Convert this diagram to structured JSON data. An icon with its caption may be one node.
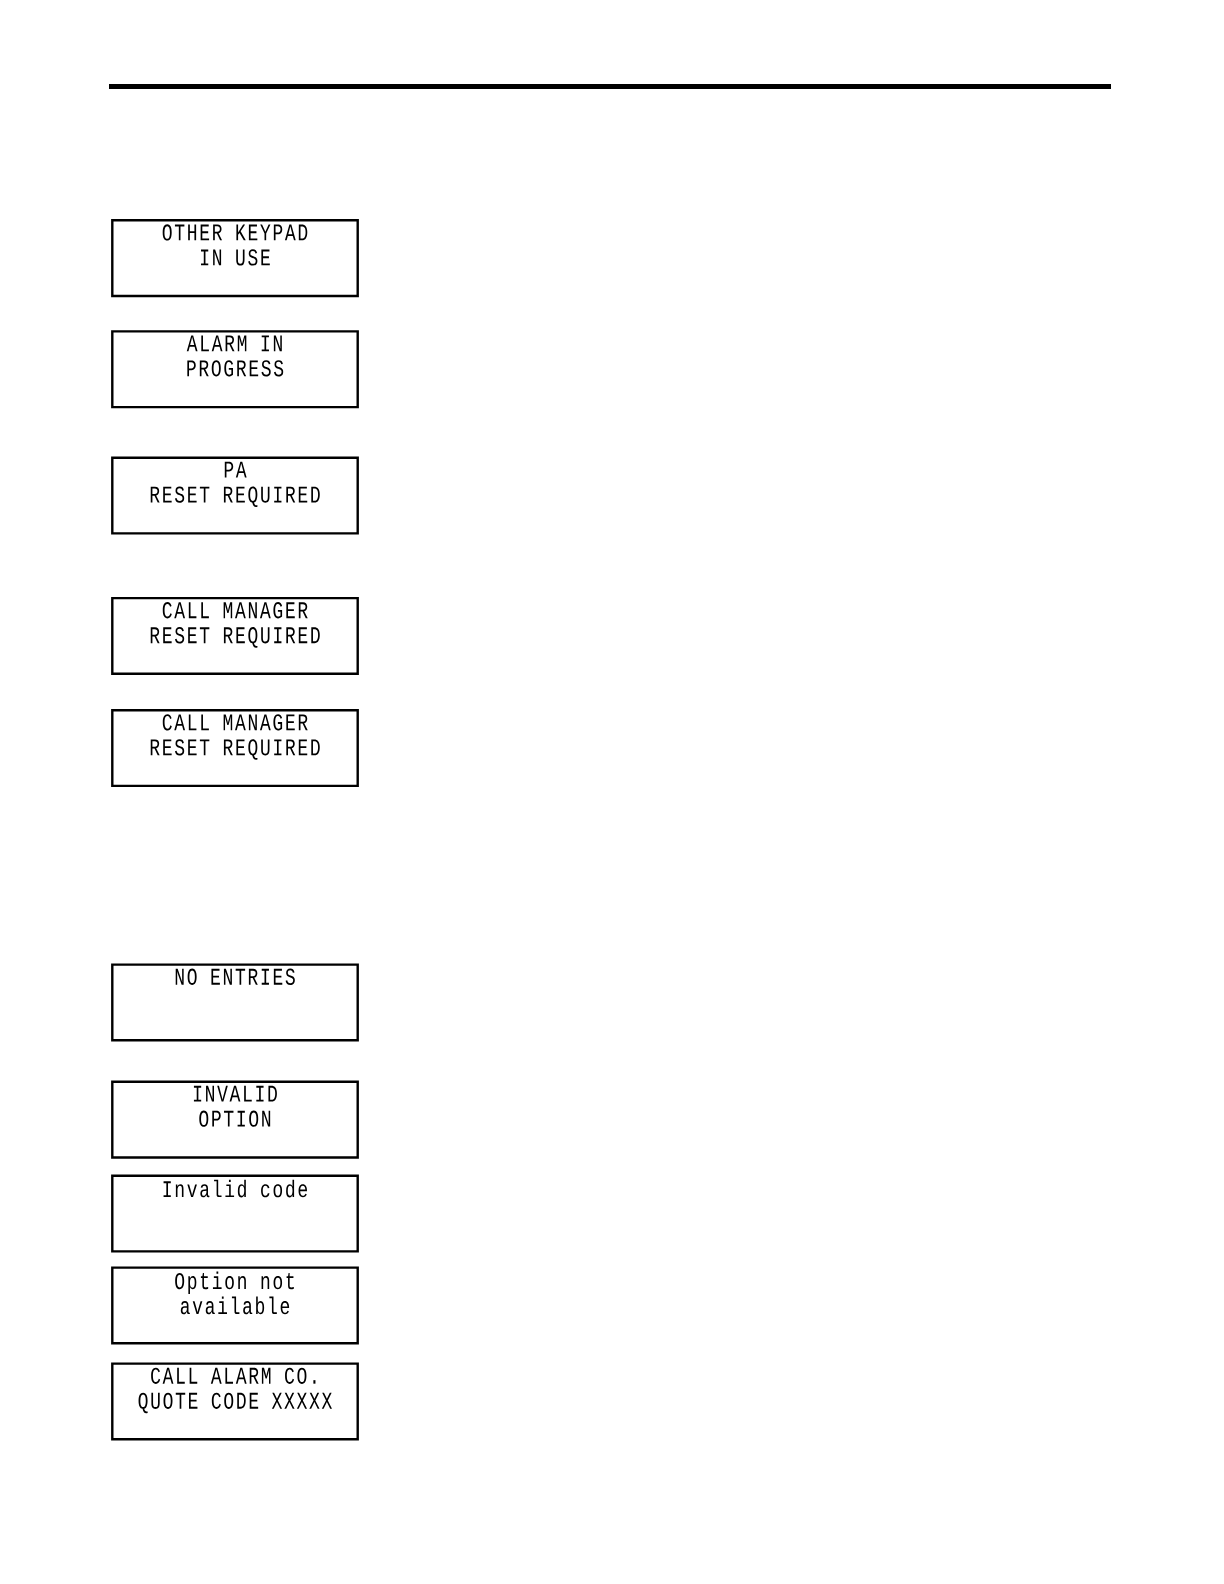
{
  "diagram": {
    "nodes": [
      {
        "text": [
          "OTHER KEYPAD",
          "IN USE"
        ]
      },
      {
        "text": [
          "ALARM IN",
          "PROGRESS"
        ]
      },
      {
        "text": [
          "PA",
          "RESET REQUIRED"
        ]
      },
      {
        "text": [
          "CALL MANAGER",
          "RESET REQUIRED"
        ]
      },
      {
        "text": [
          "CALL MANAGER",
          "RESET REQUIRED"
        ]
      },
      {
        "text": [
          "NO ENTRIES"
        ]
      },
      {
        "text": [
          "INVALID",
          "OPTION"
        ]
      },
      {
        "text": [
          "Invalid code"
        ]
      },
      {
        "text": [
          "Option not",
          "available"
        ]
      },
      {
        "text": [
          "CALL ALARM CO.",
          "QUOTE CODE XXXXX"
        ]
      }
    ]
  }
}
